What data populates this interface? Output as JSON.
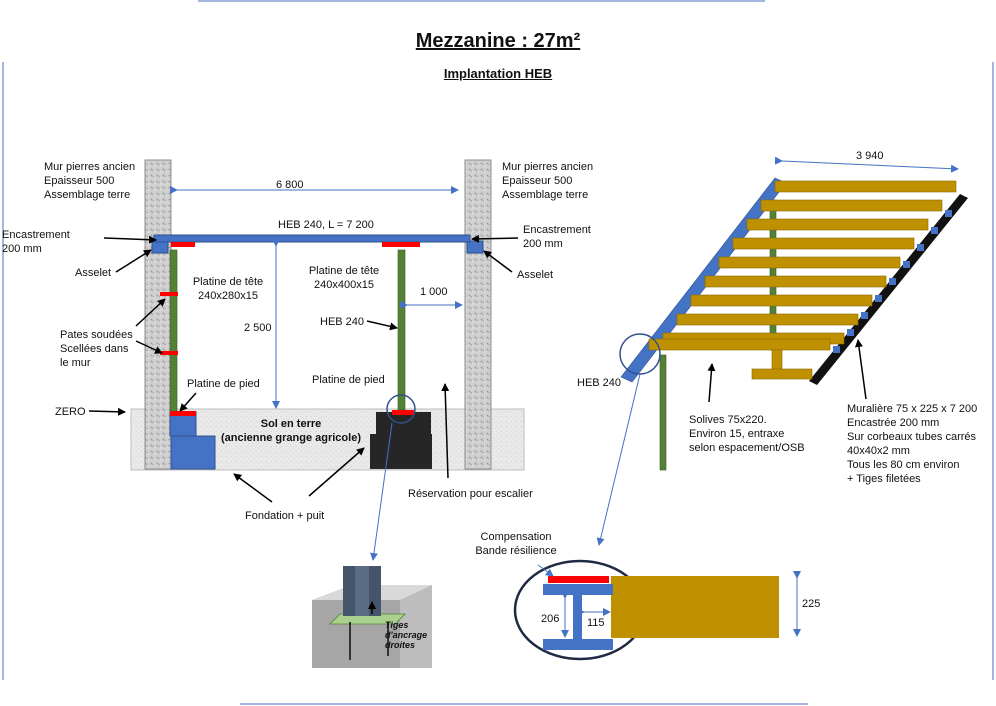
{
  "header": {
    "title": "Mezzanine : 27m²",
    "subtitle": "Implantation HEB"
  },
  "left_elevation": {
    "wall_left": "Mur pierres ancien\nEpaisseur 500\nAssemblage terre",
    "wall_right": "Mur pierres ancien\nEpaisseur 500\nAssemblage terre",
    "span_dim": "6 800",
    "beam_label": "HEB 240, L = 7 200",
    "encastrement_left": "Encastrement\n200 mm",
    "encastrement_right": "Encastrement\n200 mm",
    "asselet_left": "Asselet",
    "asselet_right": "Asselet",
    "platine_tete_left": "Platine de tête\n240x280x15",
    "platine_tete_right": "Platine de tête\n240x400x15",
    "dim_1000": "1 000",
    "dim_2500": "2 500",
    "heb_column": "HEB 240",
    "pates": "Pates soudées\nScellées dans\nle mur",
    "platine_pied_left": "Platine de pied",
    "platine_pied_right": "Platine de pied",
    "zero": "ZERO",
    "sol": "Sol en terre\n(ancienne grange agricole)",
    "fondation": "Fondation + puit",
    "reservation": "Réservation pour escalier"
  },
  "detail_anchor": {
    "tiges": "Tiges\nd'ancrage\ndroites"
  },
  "floor_plan": {
    "width_dim": "3 940",
    "heb": "HEB 240",
    "solives": "Solives 75x220.\nEnviron 15, entraxe\nselon espacement/OSB",
    "muraliere": "Muralière 75 x 225 x 7 200\nEncastrée 200 mm\nSur corbeaux tubes carrés\n40x40x2 mm\nTous les 80 cm environ\n+ Tiges filetées"
  },
  "section_detail": {
    "compensation": "Compensation\nBande résilience",
    "dim_206": "206",
    "dim_115": "115",
    "dim_225": "225"
  },
  "colors": {
    "steel_blue": "#4472c4",
    "column_green": "#548235",
    "plate_red": "#ff0000",
    "joist_gold": "#bf9000",
    "wall_grey": "#c9c9c9",
    "foundation_dark": "#2f2f2f",
    "ground": "#e7e6e6"
  }
}
